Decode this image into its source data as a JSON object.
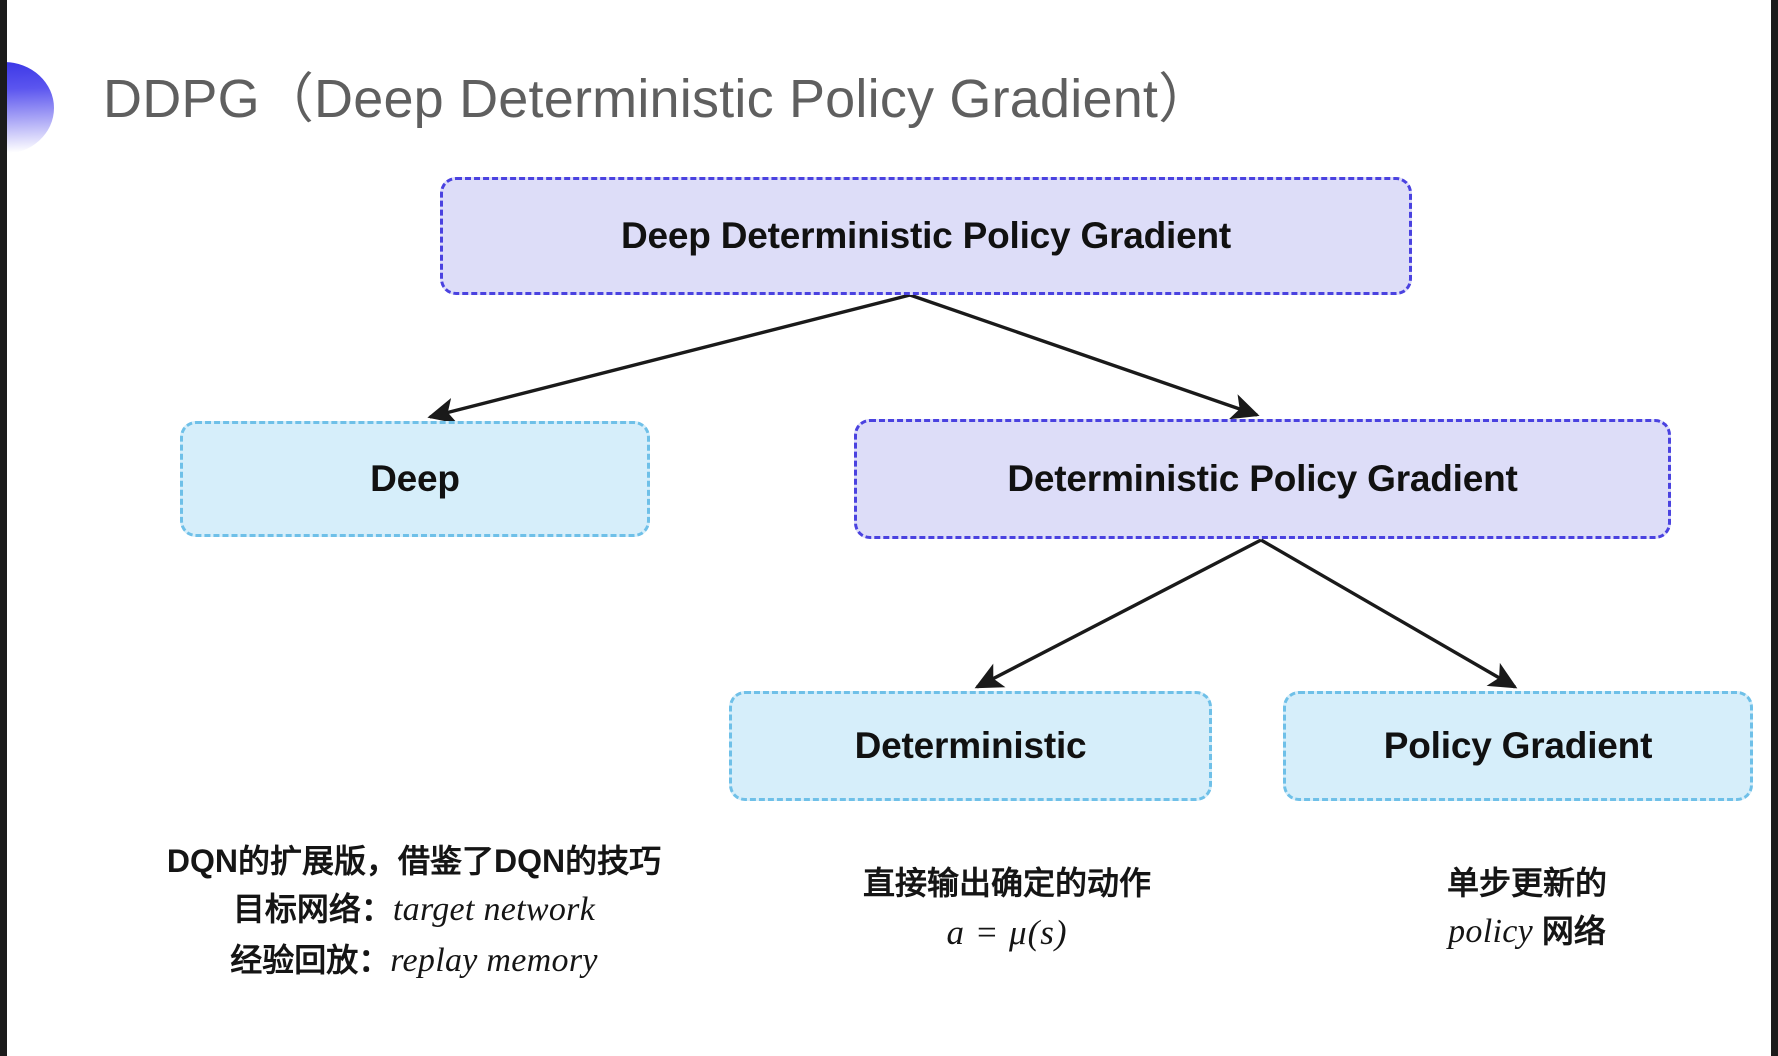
{
  "slide": {
    "title": "DDPG（Deep Deterministic Policy Gradient）",
    "bullet_icon": "half-circle-gradient-bullet",
    "background_color": "#ffffff"
  },
  "colors": {
    "title_text": "#5f5f5f",
    "purple_fill": "#ddddf8",
    "purple_border": "#4a42e0",
    "cyan_fill": "#d6eefa",
    "cyan_border": "#6fc0e8",
    "arrow": "#1a1a1a",
    "bullet_gradient_start": "#3a36e6",
    "bullet_gradient_end": "#ffffff"
  },
  "diagram": {
    "type": "tree",
    "nodes": [
      {
        "id": "root",
        "label": "Deep Deterministic Policy Gradient",
        "style": "purple",
        "level": 0
      },
      {
        "id": "deep",
        "label": "Deep",
        "style": "cyan",
        "level": 1
      },
      {
        "id": "dpg",
        "label": "Deterministic Policy Gradient",
        "style": "purple",
        "level": 1
      },
      {
        "id": "det",
        "label": "Deterministic",
        "style": "cyan",
        "level": 2
      },
      {
        "id": "pg",
        "label": "Policy Gradient",
        "style": "cyan",
        "level": 2
      }
    ],
    "edges": [
      {
        "from": "root",
        "to": "deep",
        "arrow": true
      },
      {
        "from": "root",
        "to": "dpg",
        "arrow": true
      },
      {
        "from": "dpg",
        "to": "det",
        "arrow": true
      },
      {
        "from": "dpg",
        "to": "pg",
        "arrow": true
      }
    ]
  },
  "annotations": {
    "deep": {
      "line1": "DQN的扩展版，借鉴了DQN的技巧",
      "line2_label": "目标网络：",
      "line2_term": "target network",
      "line3_label": "经验回放：",
      "line3_term": "replay memory"
    },
    "deterministic": {
      "line1": "直接输出确定的动作",
      "formula": "a = μ(s)"
    },
    "policy_gradient": {
      "line1": "单步更新的",
      "line2_term": "policy",
      "line2_suffix": " 网络"
    }
  }
}
